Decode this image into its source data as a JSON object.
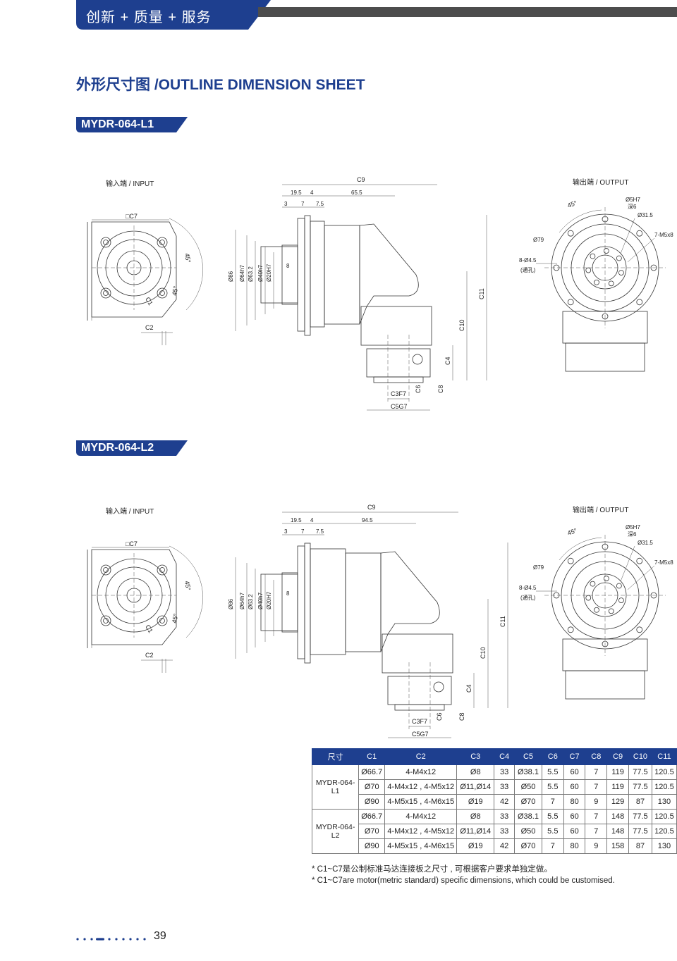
{
  "header": {
    "tagline": "创新 + 质量 + 服务"
  },
  "title": "外形尺寸图 /OUTLINE DIMENSION SHEET",
  "sections": [
    {
      "model": "MYDR-064-L1",
      "input_label": "输入端 / INPUT",
      "output_label": "输出端 / OUTPUT",
      "labels": {
        "c7": "□C7",
        "c2": "C2",
        "c1": "C1",
        "a45": "45°",
        "c9": "C9",
        "d195": "19.5",
        "d4": "4",
        "d_mid": "65.5",
        "d3": "3",
        "d7": "7",
        "d75": "7.5",
        "phi86": "Ø86",
        "phi64": "Ø64h7",
        "phi632": "Ø63.2",
        "phi40": "Ø40h7",
        "phi20": "Ø20H7",
        "d8": "8",
        "c11": "C11",
        "c10": "C10",
        "c4": "C4",
        "c3": "C3F7",
        "c6": "C6",
        "c8": "C8",
        "c5": "C5G7",
        "phi5": "Ø5H7",
        "deep6": "深6",
        "phi315": "Ø31.5",
        "m5": "7-M5x8",
        "phi79": "Ø79",
        "holes": "8-Ø4.5",
        "thru": "(通孔)"
      }
    },
    {
      "model": "MYDR-064-L2",
      "input_label": "输入端 / INPUT",
      "output_label": "输出端 / OUTPUT",
      "labels": {
        "c7": "□C7",
        "c2": "C2",
        "c1": "C1",
        "a45": "45°",
        "c9": "C9",
        "d195": "19.5",
        "d4": "4",
        "d_mid": "94.5",
        "d3": "3",
        "d7": "7",
        "d75": "7.5",
        "phi86": "Ø86",
        "phi64": "Ø64h7",
        "phi632": "Ø63.2",
        "phi40": "Ø40h7",
        "phi20": "Ø20H7",
        "d8": "8",
        "c11": "C11",
        "c10": "C10",
        "c4": "C4",
        "c3": "C3F7",
        "c6": "C6",
        "c8": "C8",
        "c5": "C5G7",
        "phi5": "Ø5H7",
        "deep6": "深6",
        "phi315": "Ø31.5",
        "m5": "7-M5x8",
        "phi79": "Ø79",
        "holes": "8-Ø4.5",
        "thru": "(通孔)"
      }
    }
  ],
  "table": {
    "headers": [
      "尺寸",
      "C1",
      "C2",
      "C3",
      "C4",
      "C5",
      "C6",
      "C7",
      "C8",
      "C9",
      "C10",
      "C11"
    ],
    "groups": [
      {
        "model": "MYDR-064-L1",
        "rows": [
          [
            "Ø66.7",
            "4-M4x12",
            "Ø8",
            "33",
            "Ø38.1",
            "5.5",
            "60",
            "7",
            "119",
            "77.5",
            "120.5"
          ],
          [
            "Ø70",
            "4-M4x12 , 4-M5x12",
            "Ø11,Ø14",
            "33",
            "Ø50",
            "5.5",
            "60",
            "7",
            "119",
            "77.5",
            "120.5"
          ],
          [
            "Ø90",
            "4-M5x15 , 4-M6x15",
            "Ø19",
            "42",
            "Ø70",
            "7",
            "80",
            "9",
            "129",
            "87",
            "130"
          ]
        ]
      },
      {
        "model": "MYDR-064-L2",
        "rows": [
          [
            "Ø66.7",
            "4-M4x12",
            "Ø8",
            "33",
            "Ø38.1",
            "5.5",
            "60",
            "7",
            "148",
            "77.5",
            "120.5"
          ],
          [
            "Ø70",
            "4-M4x12 , 4-M5x12",
            "Ø11,Ø14",
            "33",
            "Ø50",
            "5.5",
            "60",
            "7",
            "148",
            "77.5",
            "120.5"
          ],
          [
            "Ø90",
            "4-M5x15 , 4-M6x15",
            "Ø19",
            "42",
            "Ø70",
            "7",
            "80",
            "9",
            "158",
            "87",
            "130"
          ]
        ]
      }
    ]
  },
  "notes": [
    "* C1~C7是公制标准马达连接板之尺寸 , 可根据客户要求单独定做。",
    "* C1~C7are motor(metric standard)  specific dimensions, which could be customised."
  ],
  "page_number": "39",
  "colors": {
    "brand": "#1e3f8f",
    "bar": "#4d4d4d"
  }
}
